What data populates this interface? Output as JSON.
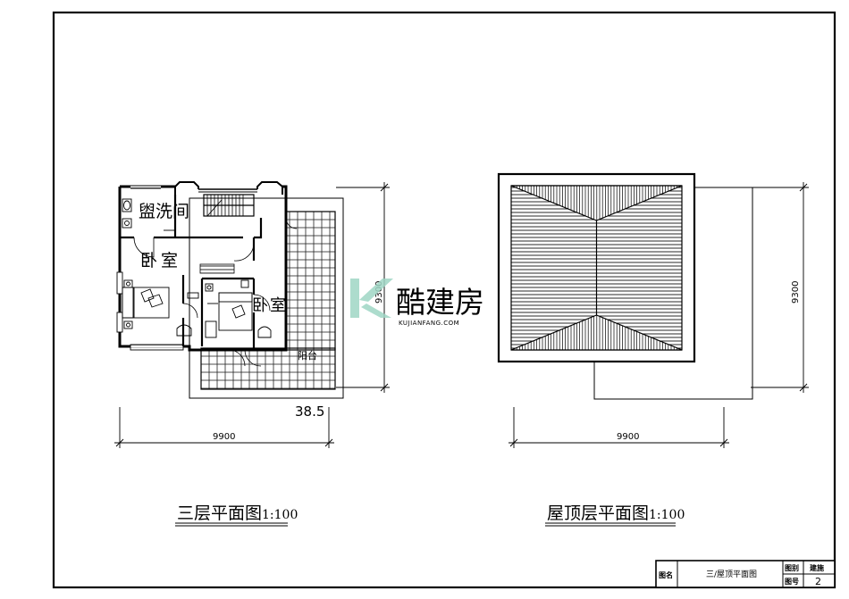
{
  "plan_left": {
    "title": "三层平面图",
    "scale": "1:100",
    "dim_width": "9900",
    "dim_height": "9300",
    "dim_extra": "38.5",
    "rooms": {
      "washroom": "盥洗间",
      "bedroom_main": "卧室",
      "bedroom_small": "卧室",
      "balcony": "阳台"
    }
  },
  "plan_right": {
    "title": "屋顶层平面图",
    "scale": "1:100",
    "dim_width": "9900",
    "dim_height": "9300"
  },
  "watermark": {
    "brand": "酷建房",
    "url": "KUJIANFANG.COM",
    "colors": {
      "logo": "#9fd6c4",
      "text": "#b5ddd0"
    }
  },
  "title_block": {
    "label_name": "图名",
    "drawing_name": "三/屋顶平面图",
    "label_category": "图别",
    "category": "建施",
    "label_number": "图号",
    "number": "2"
  }
}
